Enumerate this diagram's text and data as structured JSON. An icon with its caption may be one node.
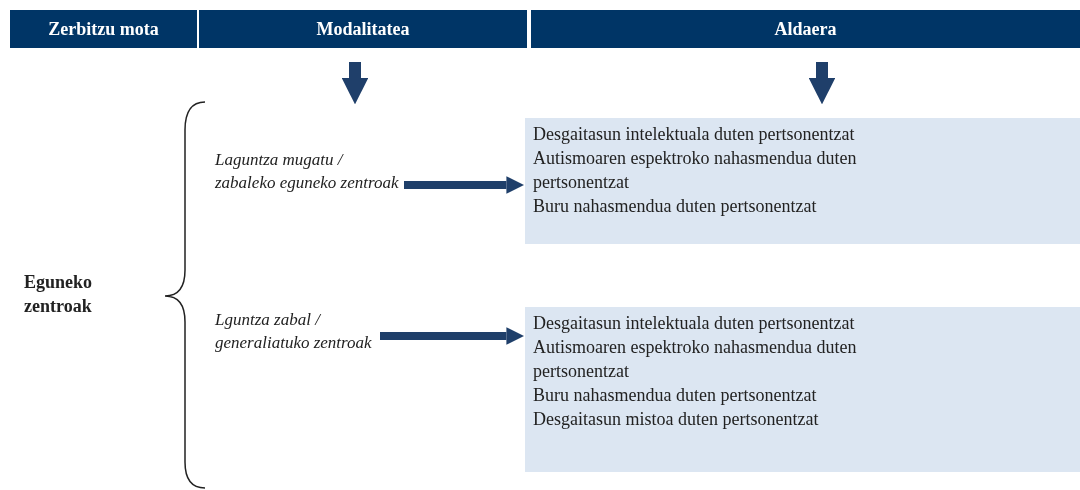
{
  "diagram": {
    "nodes": [
      {
        "text": [
          "Zerbitzu mota"
        ]
      },
      {
        "text": [
          "Modalitatea"
        ]
      },
      {
        "text": [
          "Aldaera"
        ]
      },
      {
        "text": [
          "Laguntza mugatu / zabaleko eguneko zentroak"
        ]
      },
      {
        "text": [
          "Desgaitasun intelektuala duten pertsonentzat",
          "Autismoaren espektroko nahasmendua duten pertsonentzat",
          "Buru nahasmendua duten pertsonentzat"
        ]
      },
      {
        "text": [
          "Lguntza zabal / generaliatuko zentroak"
        ]
      },
      {
        "text": [
          "Desgaitasun intelektuala duten pertsonentzat",
          "Autismoaren espektroko nahasmendua duten pertsonentzat",
          "Buru nahasmendua duten pertsonentzat",
          "Desgaitasun mistoa duten pertsonentzat"
        ]
      }
    ],
    "edges": [
      {
        "from": 3,
        "to": 4,
        "arrow": "to"
      },
      {
        "from": 5,
        "to": 6,
        "arrow": "to"
      }
    ],
    "labels": [
      "Eguneko zentroak"
    ]
  }
}
